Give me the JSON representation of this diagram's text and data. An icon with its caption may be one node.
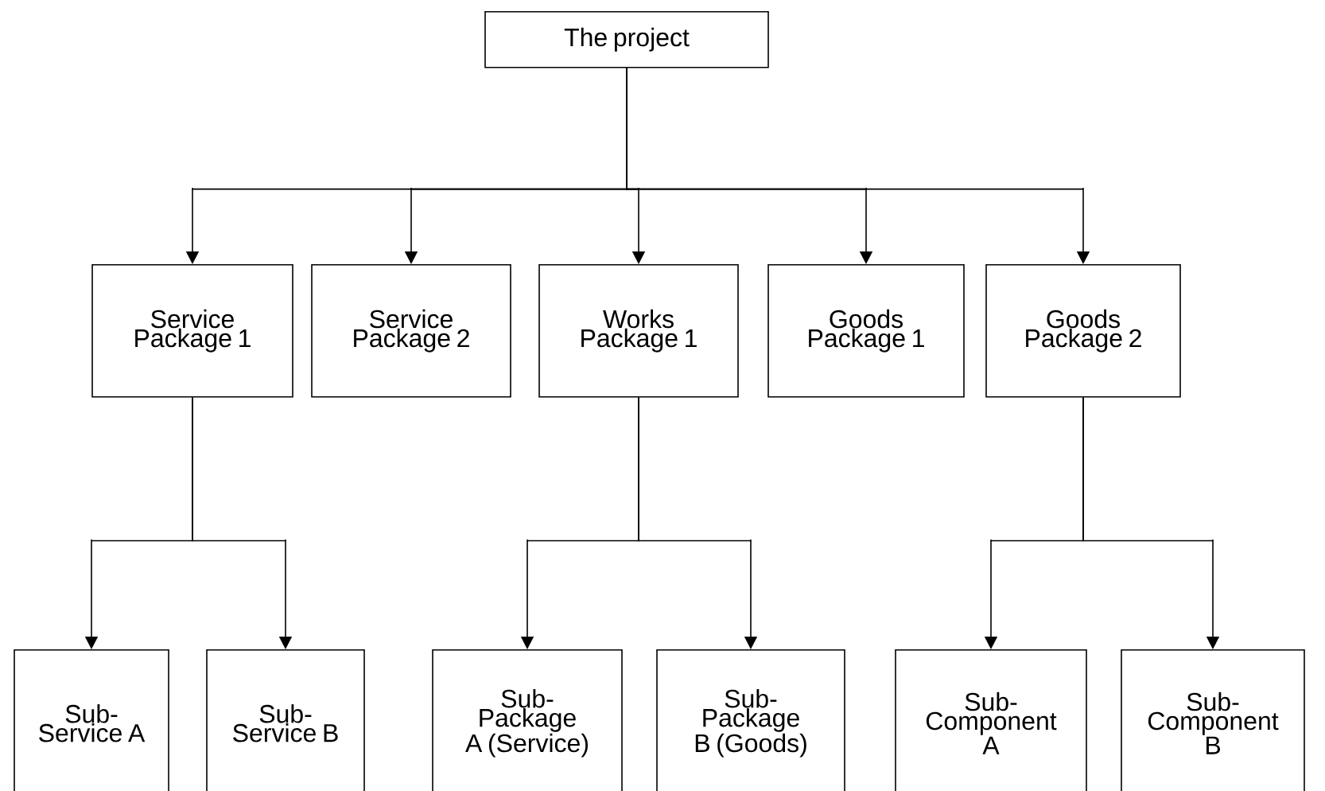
{
  "diagram": {
    "nodes": [
      {
        "text": [
          "The project"
        ]
      },
      {
        "text": [
          "Service Package 1"
        ]
      },
      {
        "text": [
          "Service Package 2"
        ]
      },
      {
        "text": [
          "Works Package 1"
        ]
      },
      {
        "text": [
          "Goods Package 1"
        ]
      },
      {
        "text": [
          "Goods Package 2"
        ]
      },
      {
        "text": [
          "Sub-Service A"
        ]
      },
      {
        "text": [
          "Sub-Service B"
        ]
      },
      {
        "text": [
          "Sub-Package A (Service)"
        ]
      },
      {
        "text": [
          "Sub-Package B (Goods)"
        ]
      },
      {
        "text": [
          "Sub-Component A"
        ]
      },
      {
        "text": [
          "Sub-Component B"
        ]
      }
    ],
    "edges": [
      {
        "from": 0,
        "to": 1,
        "arrow": "to"
      },
      {
        "from": 0,
        "to": 2,
        "arrow": "to"
      },
      {
        "from": 0,
        "to": 3,
        "arrow": "to"
      },
      {
        "from": 0,
        "to": 4,
        "arrow": "to"
      },
      {
        "from": 0,
        "to": 5,
        "arrow": "to"
      },
      {
        "from": 1,
        "to": 6,
        "arrow": "to"
      },
      {
        "from": 1,
        "to": 7,
        "arrow": "to"
      },
      {
        "from": 3,
        "to": 8,
        "arrow": "to"
      },
      {
        "from": 3,
        "to": 9,
        "arrow": "to"
      },
      {
        "from": 5,
        "to": 10,
        "arrow": "to"
      },
      {
        "from": 5,
        "to": 11,
        "arrow": "to"
      }
    ]
  }
}
